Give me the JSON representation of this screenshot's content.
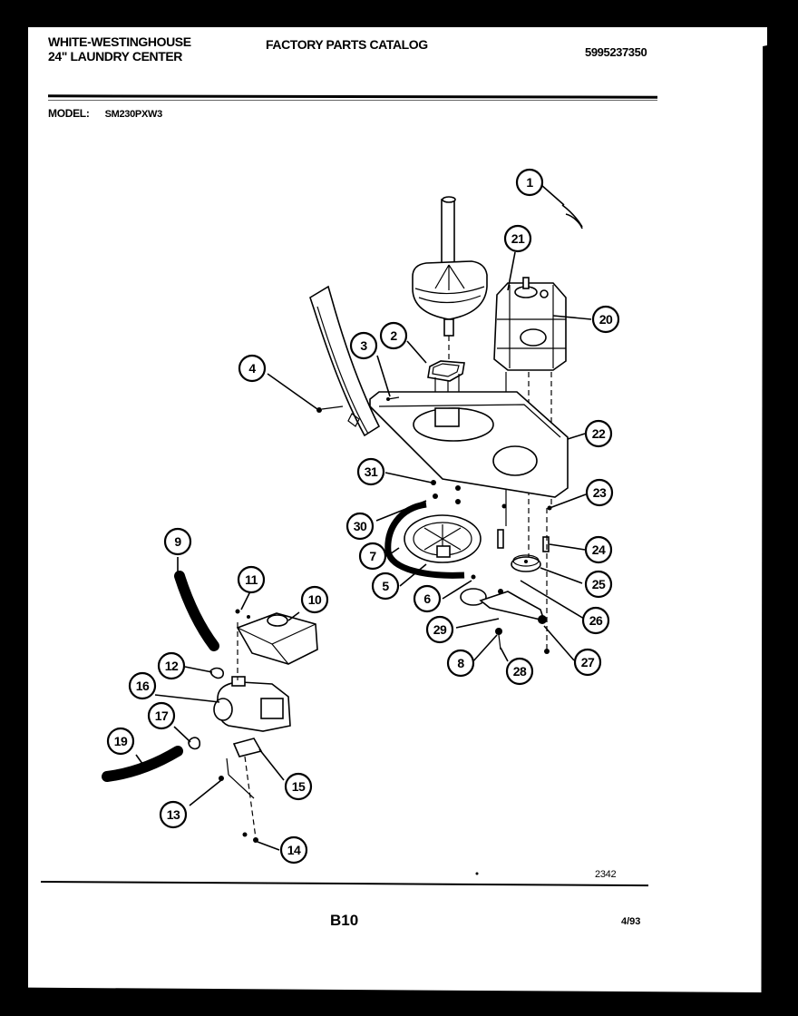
{
  "header": {
    "brand_line1": "WHITE-WESTINGHOUSE",
    "brand_line2": "24\" LAUNDRY CENTER",
    "catalog_title": "FACTORY PARTS CATALOG",
    "catalog_number": "5995237350"
  },
  "model": {
    "label": "MODEL:",
    "value": "SM230PXW3"
  },
  "footer": {
    "drawing_number": "2342",
    "page_number": "B10",
    "date": "4/93"
  },
  "colors": {
    "background": "#000000",
    "page": "#ffffff",
    "ink": "#000000"
  },
  "callouts": [
    {
      "id": "1",
      "label": "1"
    },
    {
      "id": "2",
      "label": "2"
    },
    {
      "id": "3",
      "label": "3"
    },
    {
      "id": "4",
      "label": "4"
    },
    {
      "id": "5",
      "label": "5"
    },
    {
      "id": "6",
      "label": "6"
    },
    {
      "id": "7",
      "label": "7"
    },
    {
      "id": "8",
      "label": "8"
    },
    {
      "id": "9",
      "label": "9"
    },
    {
      "id": "10",
      "label": "10"
    },
    {
      "id": "11",
      "label": "11"
    },
    {
      "id": "12",
      "label": "12"
    },
    {
      "id": "13",
      "label": "13"
    },
    {
      "id": "14",
      "label": "14"
    },
    {
      "id": "15",
      "label": "15"
    },
    {
      "id": "16",
      "label": "16"
    },
    {
      "id": "17",
      "label": "17"
    },
    {
      "id": "19",
      "label": "19"
    },
    {
      "id": "20",
      "label": "20"
    },
    {
      "id": "21",
      "label": "21"
    },
    {
      "id": "22",
      "label": "22"
    },
    {
      "id": "23",
      "label": "23"
    },
    {
      "id": "24",
      "label": "24"
    },
    {
      "id": "25",
      "label": "25"
    },
    {
      "id": "26",
      "label": "26"
    },
    {
      "id": "27",
      "label": "27"
    },
    {
      "id": "28",
      "label": "28"
    },
    {
      "id": "29",
      "label": "29"
    },
    {
      "id": "30",
      "label": "30"
    },
    {
      "id": "31",
      "label": "31"
    }
  ]
}
